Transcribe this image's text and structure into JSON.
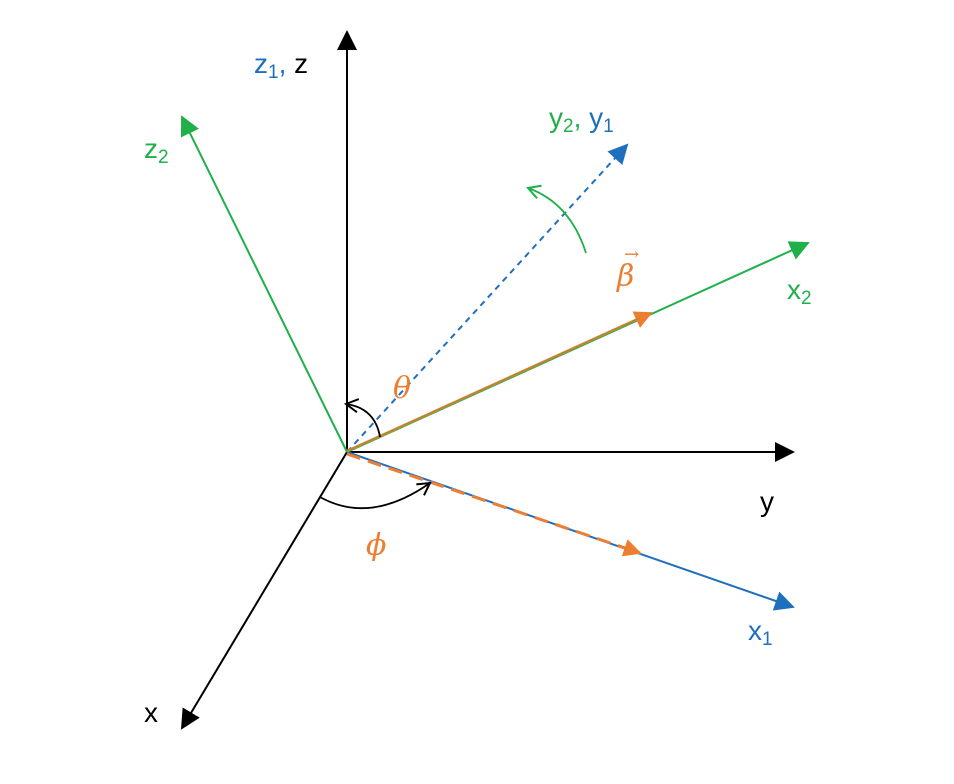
{
  "colors": {
    "black": "#000000",
    "blue": "#1F6FBF",
    "green": "#1FB04A",
    "orange": "#ED7D31"
  },
  "labels": {
    "z1_z": {
      "main": "z",
      "sub": "1",
      "sep": ", ",
      "second": "z"
    },
    "z2": {
      "main": "z",
      "sub": "2"
    },
    "y2_y1": {
      "main": "y",
      "sub": "2",
      "sep": ", ",
      "second_main": "y",
      "second_sub": "1"
    },
    "x2": {
      "main": "x",
      "sub": "2"
    },
    "y": "y",
    "x1": {
      "main": "x",
      "sub": "1"
    },
    "x": "x"
  },
  "symbols": {
    "beta": "β",
    "beta_arrow": "→",
    "theta": "θ",
    "phi": "ϕ"
  }
}
